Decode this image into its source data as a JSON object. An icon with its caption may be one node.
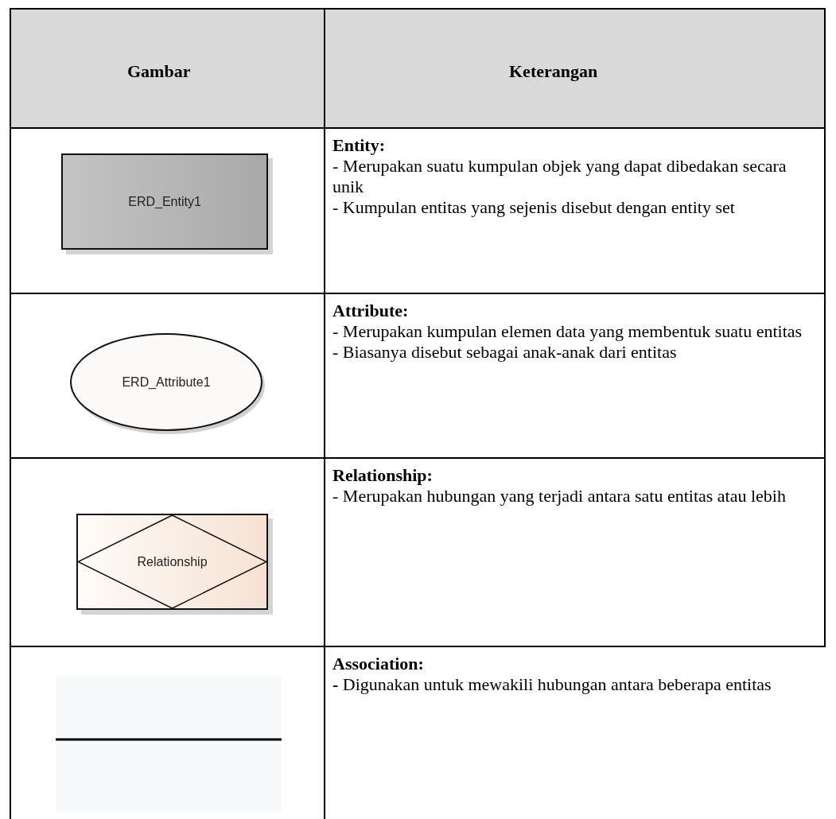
{
  "diagram": {
    "nodes": [
      {
        "text": [
          "ERD_Entity1"
        ]
      },
      {
        "text": [
          "ERD_Attribute1"
        ]
      },
      {
        "text": [
          "Relationship"
        ]
      }
    ],
    "labels": [
      "Gambar",
      "Keterangan",
      "Entity:",
      "- Merupakan suatu kumpulan objek yang dapat dibedakan secara unik",
      "- Kumpulan entitas yang sejenis disebut dengan entity set",
      "Attribute:",
      "- Merupakan kumpulan elemen data yang membentuk suatu entitas",
      "- Biasanya disebut sebagai anak-anak dari entitas",
      "Relationship:",
      "- Merupakan hubungan yang terjadi antara satu entitas atau lebih",
      "Association:",
      "**-** Digunakan untuk mewakili hubungan antara beberapa entitas"
    ]
  }
}
